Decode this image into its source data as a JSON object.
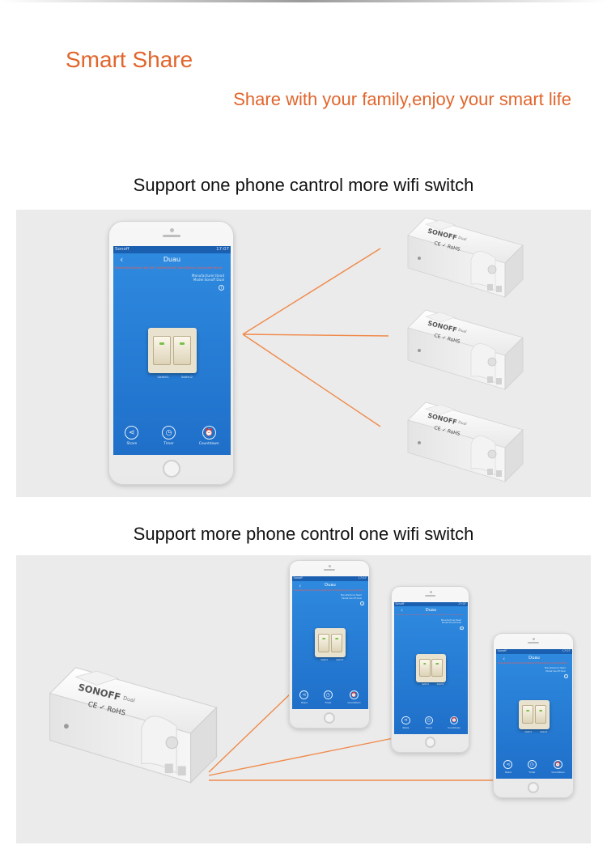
{
  "header": {
    "title": "Smart Share",
    "subtitle": "Share with your family,enjoy your smart life"
  },
  "sections": [
    {
      "heading": "Support one phone cantrol more wifi switch"
    },
    {
      "heading": "Support more phone control one wifi switch"
    }
  ],
  "app": {
    "status_left": "Sonoff",
    "status_right": "17:07",
    "device_name": "Duau",
    "notice": "Please Bind/Connect the APP, Go/Net Sonoff, Share/Device Control with family",
    "manufacturer": "Manufacturer:Itead",
    "model": "Model:Sonoff Dual",
    "info_icon": "i",
    "switch_labels": [
      "Switch1",
      "Switch2"
    ],
    "toolbar": [
      {
        "label": "Share",
        "icon": "share-icon",
        "glyph": "⋖"
      },
      {
        "label": "Timer",
        "icon": "timer-icon",
        "glyph": "◷"
      },
      {
        "label": "Countdown",
        "icon": "countdown-icon",
        "glyph": "⏰"
      }
    ]
  },
  "device": {
    "brand": "SONOFF",
    "model_text": "Dual",
    "cert_marks": "CE  ✓  RoHS"
  },
  "colors": {
    "accent": "#e1652c",
    "link_line": "#f08a4b",
    "screen_blue": "#1f6fc9",
    "panel_bg": "#ebebeb"
  }
}
